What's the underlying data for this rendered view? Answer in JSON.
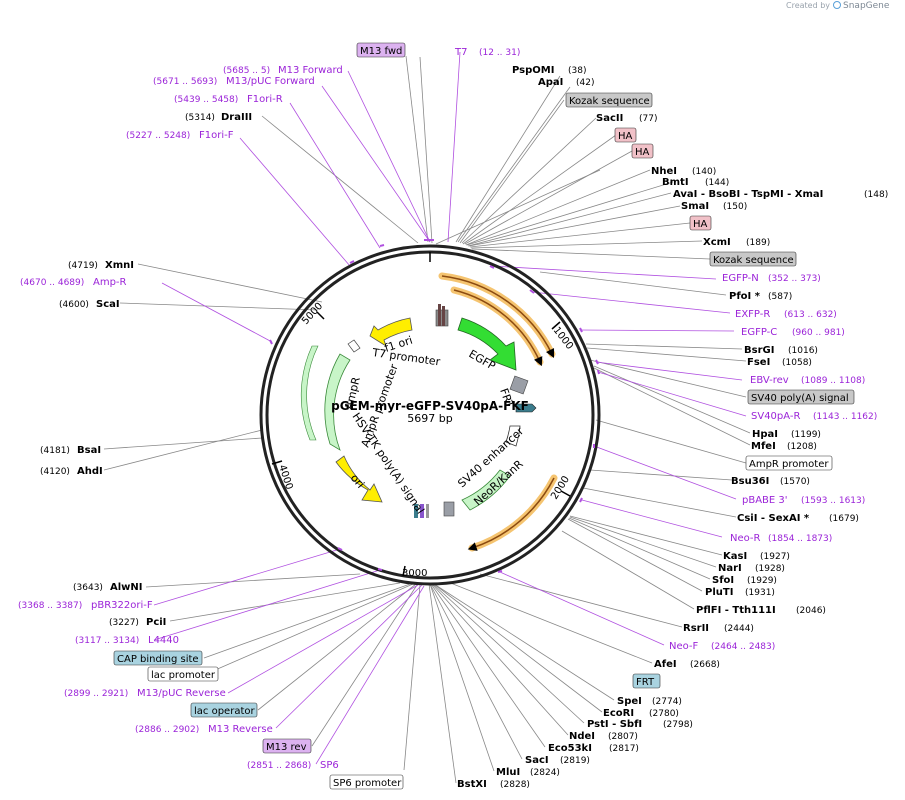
{
  "credit": {
    "prefix": "Created by",
    "brand": "SnapGene"
  },
  "plasmid": {
    "name": "pGEM-myr-eGFP-SV40pA-FKF",
    "size": "5697 bp"
  },
  "ticks": [
    "1000",
    "2000",
    "3000",
    "4000",
    "5000"
  ],
  "colors": {
    "enzyme": "#000000",
    "primer": "#9b24d8",
    "primer_bg": "#dcb2f0",
    "feature_gray": "#c8c8c8",
    "feature_blue": "#a9d3e0",
    "feature_pink": "#f1c1c8",
    "egfp": "#33dd33",
    "ori": "#ffee00",
    "ampr": "#c8f5c8"
  },
  "top_right": {
    "pspomi": "PspOMI",
    "pspomi_pos": "(38)",
    "apai": "ApaI",
    "apai_pos": "(42)",
    "kozak1": "Kozak sequence",
    "sacii": "SacII",
    "sacii_pos": "(77)",
    "ha1": "HA",
    "ha2": "HA",
    "nhei": "NheI",
    "nhei_pos": "(140)",
    "bmti": "BmtI",
    "bmti_pos": "(144)",
    "avai_line": "AvaI  - BsoBI  - TspMI  - XmaI",
    "avai_pos": "(148)",
    "smai": "SmaI",
    "smai_pos": "(150)",
    "ha3": "HA",
    "xcmi": "XcmI",
    "xcmi_pos": "(189)",
    "kozak2": "Kozak sequence",
    "egfpn": "EGFP-N",
    "egfpn_pos": "(352 .. 373)",
    "pfoi": "PfoI *",
    "pfoi_pos": "(587)",
    "exfpr": "EXFP-R",
    "exfpr_pos": "(613 .. 632)",
    "egfpc": "EGFP-C",
    "egfpc_pos": "(960 .. 981)",
    "bsrgi": "BsrGI",
    "bsrgi_pos": "(1016)",
    "fsei": "FseI",
    "fsei_pos": "(1058)",
    "ebvrev": "EBV-rev",
    "ebvrev_pos": "(1089 .. 1108)",
    "sv40polya": "SV40 poly(A) signal",
    "sv40par": "SV40pA-R",
    "sv40par_pos": "(1143 .. 1162)",
    "hpai": "HpaI",
    "hpai_pos": "(1199)",
    "mfei": "MfeI",
    "mfei_pos": "(1208)",
    "amprprom": "AmpR promoter",
    "bsu36i": "Bsu36I",
    "bsu36i_pos": "(1570)",
    "pbabe3": "pBABE 3'",
    "pbabe3_pos": "(1593 .. 1613)",
    "csii_line": "CsiI  - SexAI *",
    "csii_pos": "(1679)",
    "neor": "Neo-R",
    "neor_pos": "(1854 .. 1873)",
    "kasi": "KasI",
    "kasi_pos": "(1927)",
    "nari": "NarI",
    "nari_pos": "(1928)",
    "sfoi": "SfoI",
    "sfoi_pos": "(1929)",
    "pluti": "PluTI",
    "pluti_pos": "(1931)",
    "pflfi_line": "PflFI  - Tth111I",
    "pflfi_pos": "(2046)",
    "rsrii": "RsrII",
    "rsrii_pos": "(2444)",
    "neof": "Neo-F",
    "neof_pos": "(2464 .. 2483)",
    "afei": "AfeI",
    "afei_pos": "(2668)",
    "frt": "FRT",
    "spei": "SpeI",
    "spei_pos": "(2774)",
    "ecori": "EcoRI",
    "ecori_pos": "(2780)",
    "psti_line": "PstI  - SbfI",
    "psti_pos": "(2798)",
    "ndei": "NdeI",
    "ndei_pos": "(2807)",
    "eco53ki": "Eco53kI",
    "eco53ki_pos": "(2817)",
    "saci": "SacI",
    "saci_pos": "(2819)",
    "mlui": "MluI",
    "mlui_pos": "(2824)",
    "bstxi": "BstXI",
    "bstxi_pos": "(2828)"
  },
  "top_left": {
    "m13fwd": "M13 fwd",
    "t7": "T7",
    "t7_pos": "(12 .. 31)",
    "m13forward": "M13 Forward",
    "m13forward_pos": "(5685 .. 5)",
    "m13puc": "M13/pUC Forward",
    "m13puc_pos": "(5671 .. 5693)",
    "f1orir": "F1ori-R",
    "f1orir_pos": "(5439 .. 5458)",
    "draiii": "DraIII",
    "draiii_pos": "(5314)",
    "f1orif": "F1ori-F",
    "f1orif_pos": "(5227 .. 5248)",
    "xmni": "XmnI",
    "xmni_pos": "(4719)",
    "ampr": "Amp-R",
    "ampr_pos": "(4670 .. 4689)",
    "scai": "ScaI",
    "scai_pos": "(4600)",
    "bsai": "BsaI",
    "bsai_pos": "(4181)",
    "ahdi": "AhdI",
    "ahdi_pos": "(4120)",
    "alwni": "AlwNI",
    "alwni_pos": "(3643)",
    "pbr322": "pBR322ori-F",
    "pbr322_pos": "(3368 .. 3387)",
    "pcii": "PciI",
    "pcii_pos": "(3227)",
    "l4440": "L4440",
    "l4440_pos": "(3117 .. 3134)",
    "cap": "CAP binding site",
    "lacprom": "lac promoter",
    "m13pucrev": "M13/pUC Reverse",
    "m13pucrev_pos": "(2899 .. 2921)",
    "lacop": "lac operator",
    "m13reverse": "M13 Reverse",
    "m13reverse_pos": "(2886 .. 2902)",
    "m13rev": "M13 rev",
    "sp6": "SP6",
    "sp6_pos": "(2851 .. 2868)",
    "sp6prom": "SP6 promoter"
  },
  "features": {
    "f1ori": "f1 ori",
    "t7prom": "T7 promoter",
    "egfp": "EGFP",
    "frt": "FRT",
    "ampr": "AmpR",
    "amprprom": "AmpR promoter",
    "hsvtk": "HSV TK poly(A) signal",
    "ori": "ori",
    "sv40enh": "SV40 enhancer",
    "neokan": "NeoR/KanR"
  }
}
